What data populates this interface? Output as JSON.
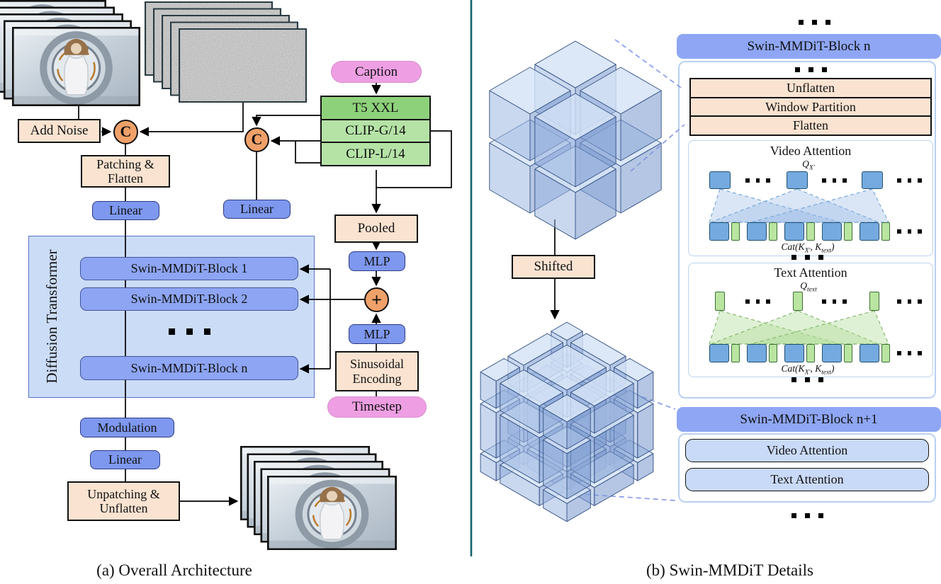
{
  "left": {
    "add_noise": "Add Noise",
    "concat_symbol": "C",
    "patching": [
      "Patching &",
      "Flatten"
    ],
    "linear": "Linear",
    "caption_pill": "Caption",
    "t5": "T5 XXL",
    "clip_g": "CLIP-G/14",
    "clip_l": "CLIP-L/14",
    "pooled": "Pooled",
    "mlp": "MLP",
    "plus_symbol": "+",
    "sinusoidal": [
      "Sinusoidal",
      "Encoding"
    ],
    "timestep": "Timestep",
    "dt_label": "Diffusion Transformer",
    "blocks": [
      "Swin-MMDiT-Block 1",
      "Swin-MMDiT-Block 2",
      "Swin-MMDiT-Block n"
    ],
    "modulation": "Modulation",
    "unpatching": [
      "Unpatching &",
      "Unflatten"
    ],
    "caption_label": "(a) Overall Architecture"
  },
  "right": {
    "header_n": "Swin-MMDiT-Block n",
    "pipeline": [
      "Unflatten",
      "Window Partition",
      "Flatten"
    ],
    "video_attention": {
      "title": "Video Attention",
      "q": "Q",
      "q_sub": "X′",
      "cat_pre": "Cat(K",
      "cat_sub1": "X′",
      "cat_mid": ", K",
      "cat_sub2": "text",
      "cat_post": ")"
    },
    "text_attention": {
      "title": "Text Attention",
      "q": "Q",
      "q_sub": "text",
      "cat_pre": "Cat(K",
      "cat_sub1": "X′",
      "cat_mid": ", K",
      "cat_sub2": "text",
      "cat_post": ")"
    },
    "shifted": "Shifted",
    "header_n1": "Swin-MMDiT-Block n+1",
    "attn_boxes": [
      "Video Attention",
      "Text Attention"
    ],
    "caption_label": "(b) Swin-MMDiT Details"
  },
  "colors": {
    "divider": "#15646e",
    "peach": "#fbe3d1",
    "blue_box": "#7e98ef",
    "block": "#8da5f3",
    "dt_bg": "#cbdcf7",
    "t5_green": "#8ed17b",
    "clip_green": "#b5e3a6",
    "pill_pink": "#ee9fe3",
    "circle_orange": "#f0a169",
    "header_blue": "#8ea6f4",
    "attn_box": "#c9daf8",
    "token_blue": "#74aadf",
    "token_green": "#b9e5a0"
  }
}
